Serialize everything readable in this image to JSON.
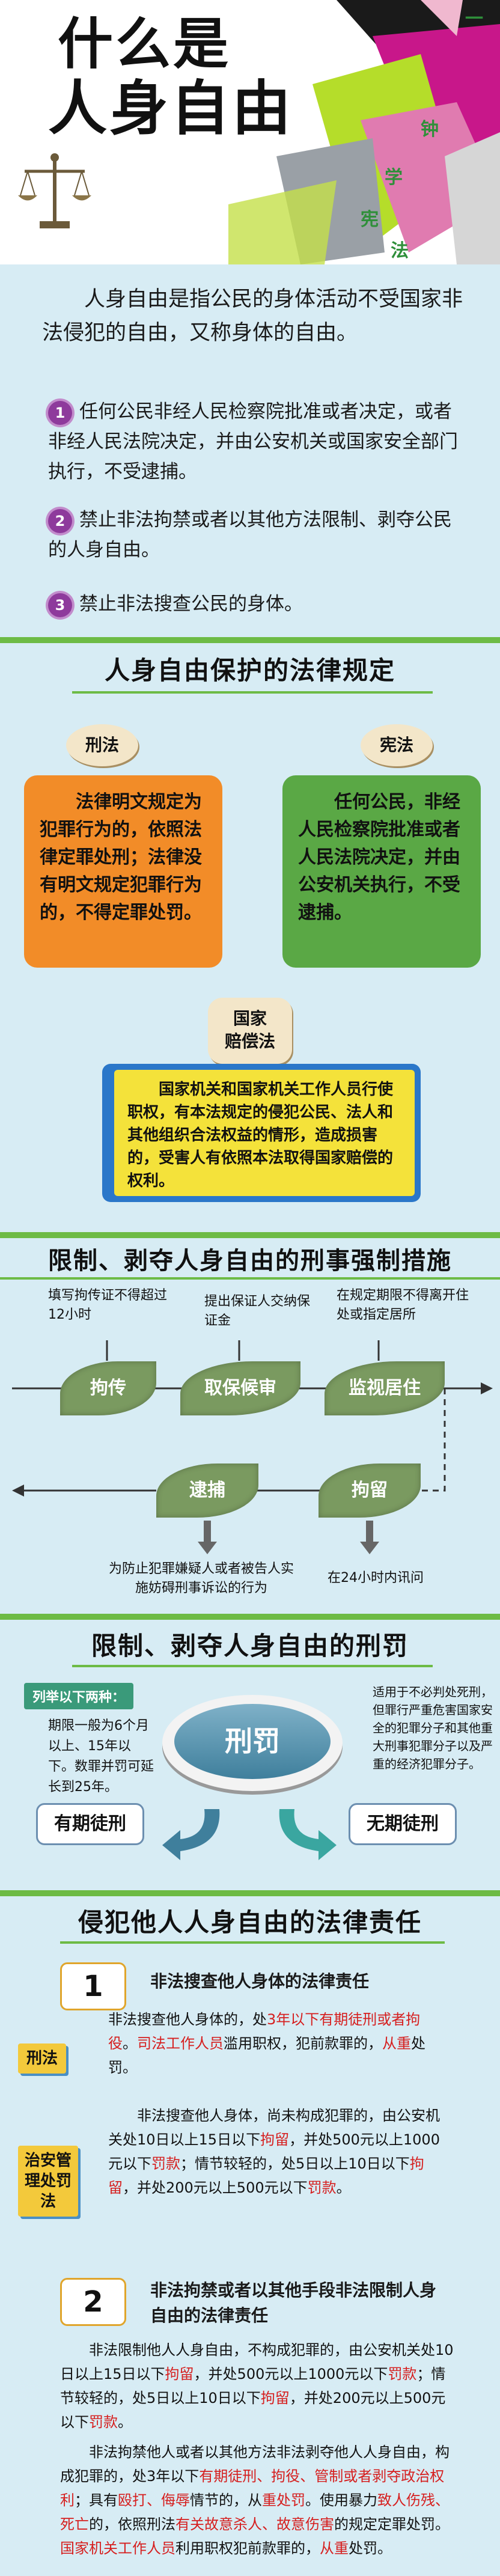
{
  "header": {
    "title_line1": "什么是",
    "title_line2": "人身自由",
    "vertical_tag": [
      "一",
      "钟",
      "学",
      "宪",
      "法"
    ]
  },
  "intro": {
    "paragraph": "人身自由是指公民的身体活动不受国家非法侵犯的自由，又称身体的自由。",
    "items": [
      {
        "num": "1",
        "text": "任何公民非经人民检察院批准或者决定，或者非经人民法院决定，并由公安机关或国家安全部门执行，不受逮捕。"
      },
      {
        "num": "2",
        "text": "禁止非法拘禁或者以其他方法限制、剥夺公民的人身自由。"
      },
      {
        "num": "3",
        "text": "禁止非法搜查公民的身体。"
      }
    ]
  },
  "protection": {
    "title": "人身自由保护的法律规定",
    "criminal_tag": "刑法",
    "criminal_text": "法律明文规定为犯罪行为的，依照法律定罪处刑；法律没有明文规定犯罪行为的，不得定罪处罚。",
    "constitution_tag": "宪法",
    "constitution_text": "任何公民，非经人民检察院批准或者人民法院决定，并由公安机关执行，不受逮捕。",
    "compensation_tag_1": "国家",
    "compensation_tag_2": "赔偿法",
    "compensation_text": "国家机关和国家机关工作人员行使职权，有本法规定的侵犯公民、法人和其他组织合法权益的情形，造成损害的，受害人有依照本法取得国家赔偿的权利。"
  },
  "measures": {
    "title": "限制、剥夺人身自由的刑事强制措施",
    "note_juchuan": "填写拘传证不得超过12小时",
    "note_qubao": "提出保证人交纳保证金",
    "note_jianshi": "在规定期限不得离开住处或指定居所",
    "label_juchuan": "拘传",
    "label_qubao": "取保候审",
    "label_jianshi": "监视居住",
    "label_daibu": "逮捕",
    "label_juliu": "拘留",
    "note_daibu": "为防止犯罪嫌疑人或者被告人实施妨碍刑事诉讼的行为",
    "note_juliu": "在24小时内讯问"
  },
  "punishment": {
    "title": "限制、剥夺人身自由的刑罚",
    "list_label": "列举以下两种：",
    "left_text": "期限一般为6个月以上、15年以下。数罪并罚可延长到25年。",
    "center": "刑罚",
    "right_text": "适用于不必判处死刑，但罪行严重危害国家安全的犯罪分子和其他重大刑事犯罪分子以及严重的经济犯罪分子。",
    "left_pill": "有期徒刑",
    "right_pill": "无期徒刑"
  },
  "liability": {
    "title": "侵犯他人人身自由的法律责任",
    "section1_num": "1",
    "section1_title": "非法搜查他人身体的法律责任",
    "label_xingfa": "刑法",
    "label_zhian": "治安管理处罚法",
    "para1_a": "非法搜查他人身体的，处",
    "para1_b": "3年以下有期徒刑或者拘役",
    "para1_c": "。",
    "para1_d": "司法工作人员",
    "para1_e": "滥用职权，犯前款罪的，",
    "para1_f": "从重",
    "para1_g": "处罚。",
    "para2_a": "非法搜查他人身体，尚未构成犯罪的，由公安机关处10日以上15日以下",
    "para2_b": "拘留",
    "para2_c": "，并处500元以上1000元以下",
    "para2_d": "罚款",
    "para2_e": "；情节较轻的，处5日以上10日以下",
    "para2_f": "拘留",
    "para2_g": "，并处200元以上500元以下",
    "para2_h": "罚款",
    "para2_i": "。",
    "section2_num": "2",
    "section2_title": "非法拘禁或者以其他手段非法限制人身自由的法律责任",
    "para3_a": "非法限制他人人身自由，不构成犯罪的，由公安机关处10日以上15日以下",
    "para3_b": "拘留",
    "para3_c": "，并处500元以上1000元以下",
    "para3_d": "罚款",
    "para3_e": "；情节较轻的，处5日以上10日以下",
    "para3_f": "拘留",
    "para3_g": "，并处200元以上500元以下",
    "para3_h": "罚款",
    "para3_i": "。",
    "para4_a": "非法拘禁他人或者以其他方法非法剥夺他人人身自由，构成犯罪的，处3年以下",
    "para4_b": "有期徒刑、拘役、管制或者剥夺政治权利",
    "para4_c": "；具有",
    "para4_d": "殴打、侮辱",
    "para4_e": "情节的，从",
    "para4_f": "重处罚",
    "para4_g": "。使用暴力",
    "para4_h": "致人伤残、死亡",
    "para4_i": "的，依照刑法",
    "para4_j": "有关故意杀人、故意伤害",
    "para4_k": "的规定定罪处罚。",
    "para4_l": "国家机关工作人员",
    "para4_m": "利用职权犯前款罪的，",
    "para4_n": "从重",
    "para4_o": "处罚。"
  },
  "colors": {
    "background": "#d7ecf4",
    "accent_green": "#6dbb45",
    "orange_box": "#f28c28",
    "green_box": "#5aa845",
    "yellow_box": "#f4e23a",
    "blue_box": "#2a77c9",
    "purple_num": "#8e3a9c",
    "red_text": "#d61f1f"
  },
  "icons": [
    "scales-icon",
    "arrow-right-icon",
    "arrow-down-icon",
    "arrow-curve-icon"
  ]
}
